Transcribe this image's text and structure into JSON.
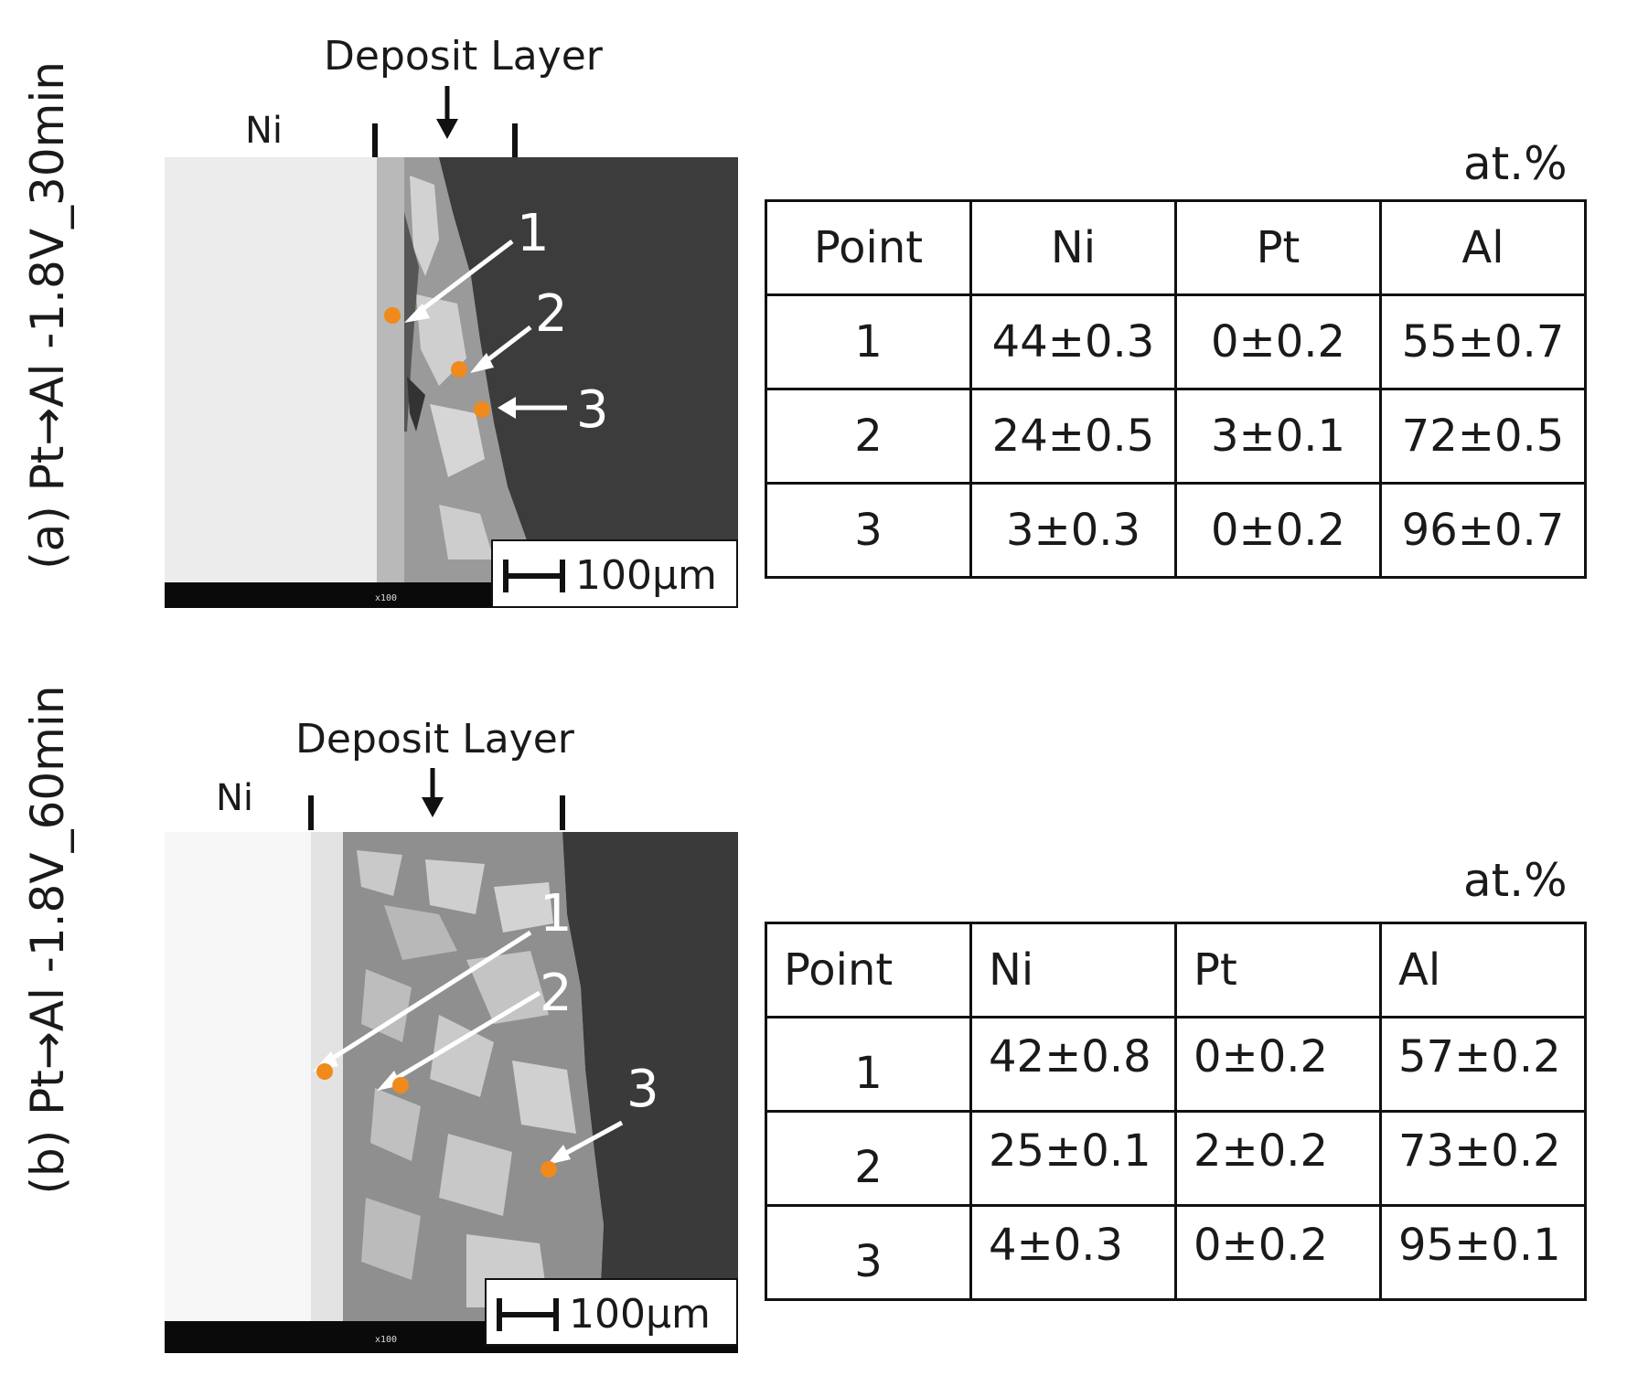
{
  "panels": {
    "a": {
      "side_label": "(a) Pt→Al -1.8V_30min",
      "deposit_label": "Deposit Layer",
      "ni_label": "Ni",
      "scale_text": "100μm",
      "micro_footer": "x100",
      "unit": "at.%",
      "point_labels": [
        "1",
        "2",
        "3"
      ],
      "table": {
        "headers": [
          "Point",
          "Ni",
          "Pt",
          "Al"
        ],
        "rows": [
          [
            "1",
            "44±0.3",
            "0±0.2",
            "55±0.7"
          ],
          [
            "2",
            "24±0.5",
            "3±0.1",
            "72±0.5"
          ],
          [
            "3",
            "3±0.3",
            "0±0.2",
            "96±0.7"
          ]
        ]
      }
    },
    "b": {
      "side_label": "(b) Pt→Al -1.8V_60min",
      "deposit_label": "Deposit Layer",
      "ni_label": "Ni",
      "scale_text": "100μm",
      "micro_footer": "x100",
      "unit": "at.%",
      "point_labels": [
        "1",
        "2",
        "3"
      ],
      "table": {
        "headers": [
          "Point",
          "Ni",
          "Pt",
          "Al"
        ],
        "rows": [
          [
            "1",
            "42±0.8",
            "0±0.2",
            "57±0.2"
          ],
          [
            "2",
            "25±0.1",
            "2±0.2",
            "73±0.2"
          ],
          [
            "3",
            "4±0.3",
            "0±0.2",
            "95±0.1"
          ]
        ]
      }
    }
  },
  "colors": {
    "point_marker": "#f08a1c",
    "matrix_dark": "#3a3a3a"
  }
}
